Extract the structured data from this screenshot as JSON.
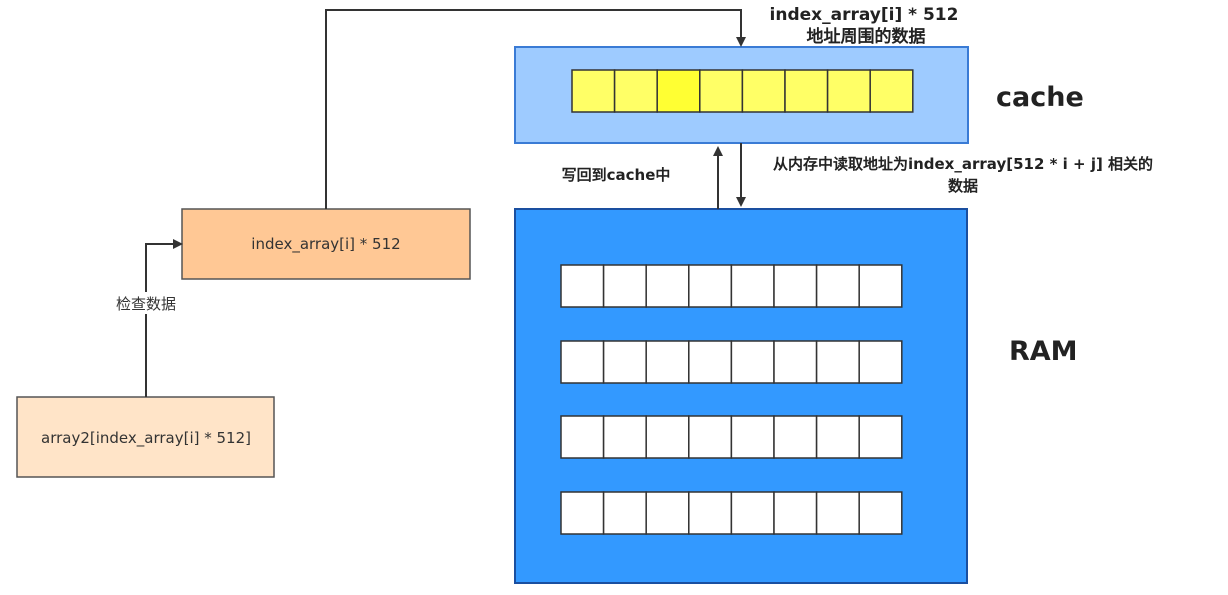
{
  "colors": {
    "cache_fill": "#9ecbff",
    "cache_border": "#3a7bd5",
    "cache_cell": "#ffff66",
    "cache_cell_highlight": "#ffff33",
    "ram_fill": "#3399ff",
    "ram_border": "#1a4fa0",
    "ram_cell": "#ffffff",
    "index_box_fill": "#ffc895",
    "array2_box_fill": "#ffe4c8",
    "arrow": "#333333"
  },
  "cache": {
    "label": "cache",
    "top_label_line1": "index_array[i] * 512",
    "top_label_line2": "地址周围的数据",
    "cells": 8,
    "highlight_cell": 2
  },
  "ram": {
    "label": "RAM",
    "rows": 4,
    "cells_per_row": 8
  },
  "nodes": {
    "index_box": "index_array[i]  * 512",
    "array2_box": "array2[index_array[i] * 512]"
  },
  "edges": {
    "check_data": "检查数据",
    "write_back": "写回到cache中",
    "read_line1": "从内存中读取地址为index_array[512 * i + j] 相关的",
    "read_line2": "数据"
  }
}
